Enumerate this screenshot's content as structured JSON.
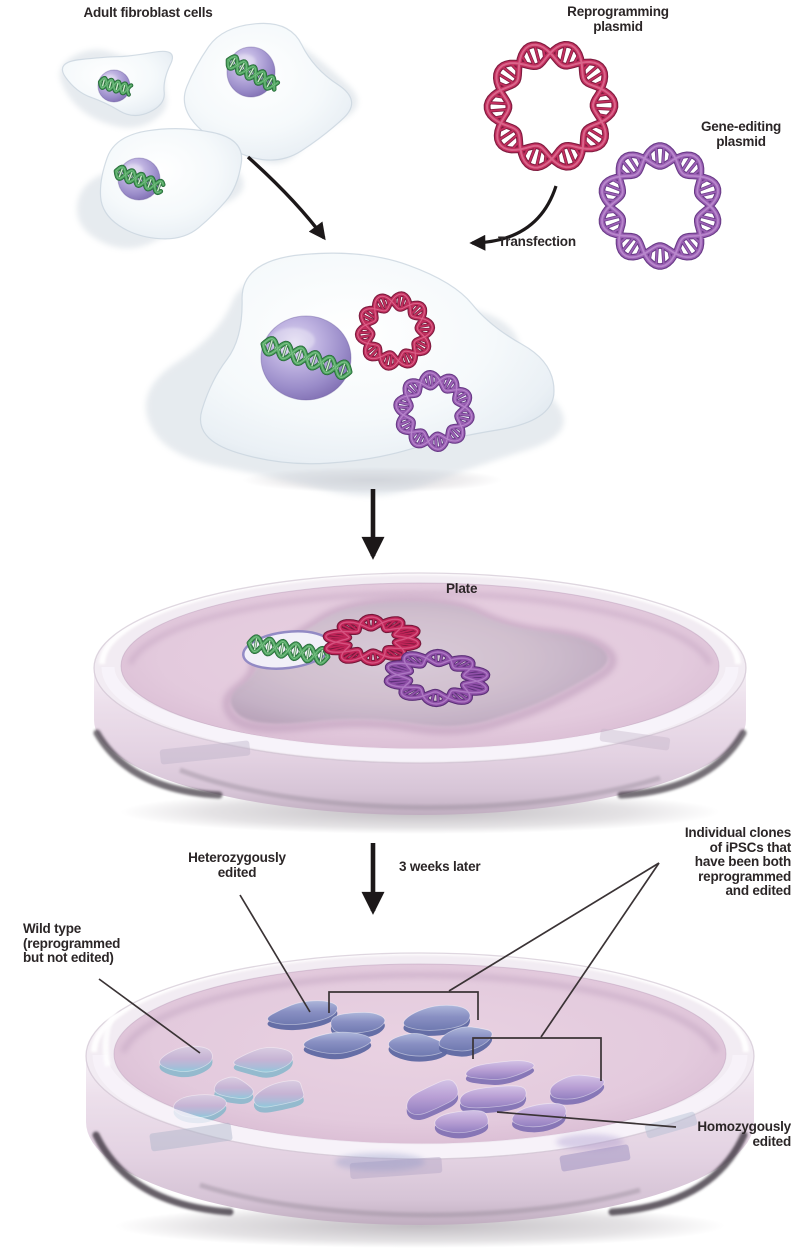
{
  "figure": {
    "type": "scientific-diagram",
    "topic": "Reprogramming and gene editing of adult fibroblast cells into iPSC colonies"
  },
  "labels": {
    "adult_fibroblast_cells": "Adult fibroblast cells",
    "reprogramming_plasmid": "Reprogramming\nplasmid",
    "gene_editing_plasmid": "Gene-editing\nplasmid",
    "transfection": "Transfection",
    "plate": "Plate",
    "three_weeks_later": "3 weeks later",
    "heterozygously_edited": "Heterozygously\nedited",
    "wild_type": "Wild type\n(reprogrammed\nbut not edited)",
    "individual_clones": "Individual clones\nof iPSCs that\nhave been both\nreprogrammed\nand edited",
    "homozygously_edited": "Homozygously\nedited"
  },
  "colors": {
    "background": "#ffffff",
    "text": "#2b2627",
    "line": "#3a3335",
    "arrow": "#1c1819",
    "cell_body_light": "#f7fafc",
    "cell_body_edge": "#d9e2ea",
    "cell_outline": "#c9d5df",
    "nucleus": "#9a8cc9",
    "nucleus_dark": "#7a68ad",
    "nucleus_light": "#dfd8f1",
    "dna_green": "#4aa35c",
    "dna_green_dark": "#286b3a",
    "dna_green_light": "#a8d8ae",
    "dna_green_rung": "#cde9cb",
    "reprogramming_plasmid": "#c22f5e",
    "reprogramming_plasmid_dark": "#7f1b3f",
    "reprogramming_plasmid_light": "#ef8fae",
    "gene_editing_plasmid": "#9b60b4",
    "gene_editing_plasmid_dark": "#693a87",
    "gene_editing_plasmid_light": "#cfa8e0",
    "medium_pink": "#e3cadd",
    "medium_edge": "#cbaec8",
    "glass": "#f2ecf3",
    "plated_cell": "#cfbfce",
    "plated_cell_edge": "#b795b5",
    "colony_blue": "#8990c3",
    "colony_blue_side": "#5e68a2",
    "colony_blue_light": "#adb6da",
    "colony_wild": "#c6b3d4",
    "colony_wild_cyan": "#90c9da",
    "colony_wild_side": "#8fb8cc",
    "colony_purple": "#b89fd4",
    "colony_purple_side": "#8272b4",
    "colony_purple_light": "#d3c2e6"
  }
}
